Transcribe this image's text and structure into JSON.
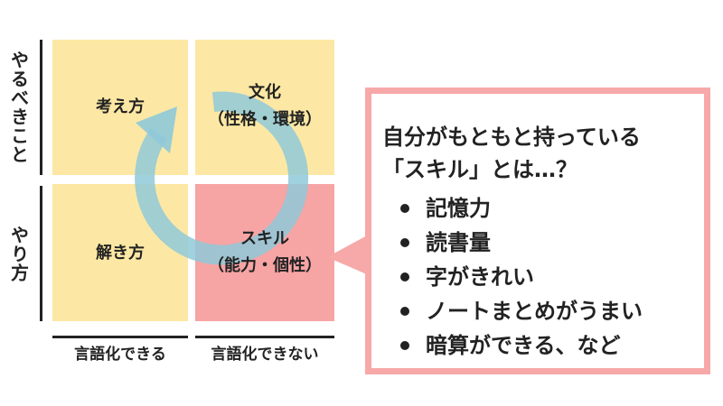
{
  "row_labels": {
    "top": "やるべきこと",
    "bottom": "やり方"
  },
  "column_labels": {
    "left": "言語化できる",
    "right": "言語化できない"
  },
  "cells": {
    "top_left": {
      "text": "考え方"
    },
    "top_right": {
      "line1": "文化",
      "line2": "（性格・環境）"
    },
    "bottom_left": {
      "text": "解き方"
    },
    "bottom_right": {
      "line1": "スキル",
      "line2": "（能力・個性）"
    }
  },
  "callout": {
    "title_line1": "自分がもともと持っている",
    "title_line2": "「スキル」とは…？",
    "items": [
      "記憶力",
      "読書量",
      "字がきれい",
      "ノートまとめがうまい",
      "暗算ができる、など"
    ]
  },
  "colors": {
    "cell_yellow": "#fce8a4",
    "cell_pink": "#f7a4a4",
    "callout_border": "#f7a8a8",
    "cycle_arrow": "#8fc9d9"
  }
}
